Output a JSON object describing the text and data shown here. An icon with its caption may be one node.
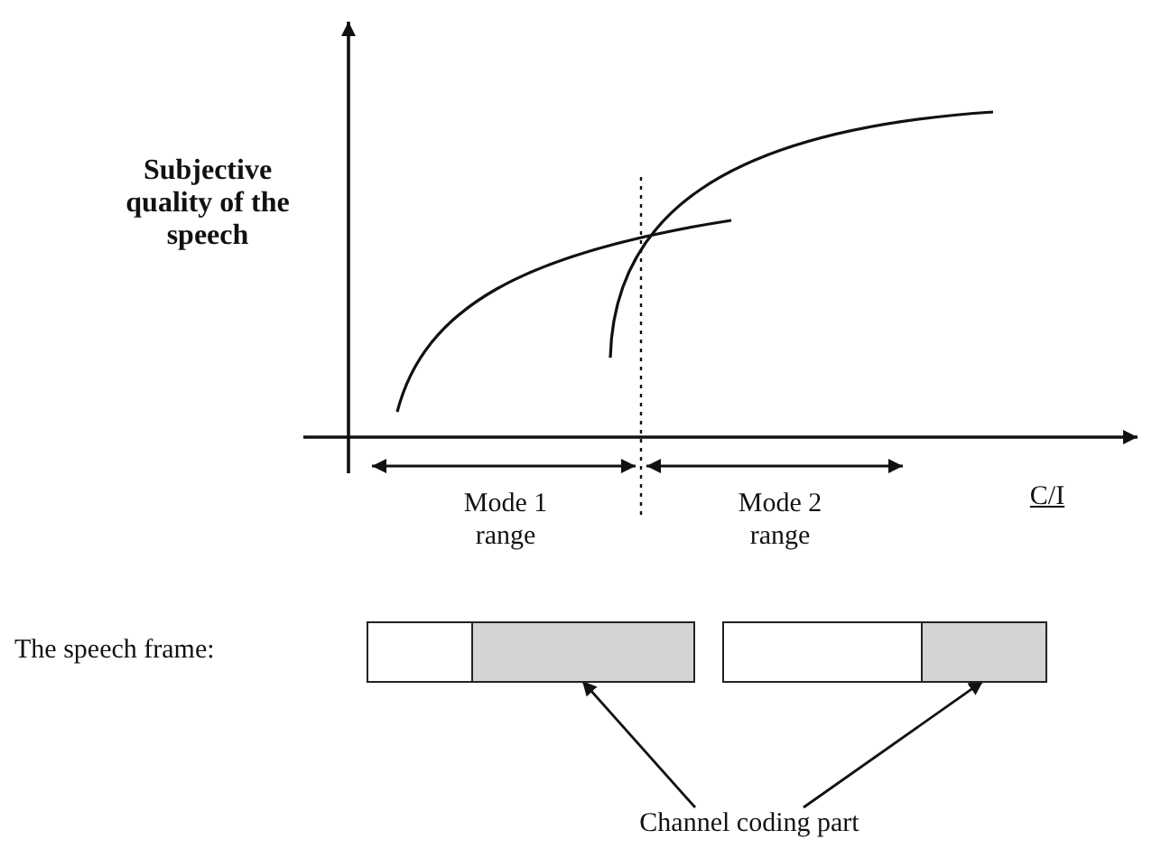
{
  "diagram": {
    "nodes": [
      {
        "text": [],
        "shape": "box"
      },
      {
        "text": [],
        "shape": "box",
        "in": 0
      },
      {
        "text": [],
        "shape": "box"
      },
      {
        "text": [],
        "shape": "box",
        "in": 2
      },
      {
        "text": [
          "Channel coding part"
        ]
      }
    ],
    "edges": [
      {
        "from": 4,
        "to": 1,
        "arrow": "to"
      },
      {
        "from": 4,
        "to": 3,
        "arrow": "to"
      }
    ],
    "labels": [
      "Subjective quality of the speech",
      "C/I",
      "Mode 1 range",
      "Mode 2 range",
      "The speech frame:"
    ]
  }
}
